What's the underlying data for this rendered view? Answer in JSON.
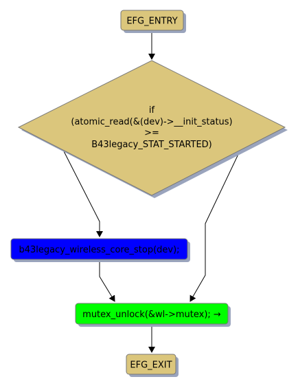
{
  "nodes": {
    "entry": {
      "label": "EFG_ENTRY",
      "fill": "#dbc67c"
    },
    "decision": {
      "lines": [
        "if",
        "(atomic_read(&(dev)->__init_status)",
        ">=",
        "B43legacy_STAT_STARTED)"
      ],
      "fill": "#dbc67c"
    },
    "core_stop": {
      "label": "b43legacy_wireless_core_stop(dev);",
      "fill": "#0000ff"
    },
    "unlock": {
      "label": "mutex_unlock(&wl->mutex); →",
      "fill": "#00ff00"
    },
    "exit": {
      "label": "EFG_EXIT",
      "fill": "#dbc67c"
    }
  },
  "colors": {
    "shadow": "#9aa4bd",
    "border": "#777777"
  }
}
